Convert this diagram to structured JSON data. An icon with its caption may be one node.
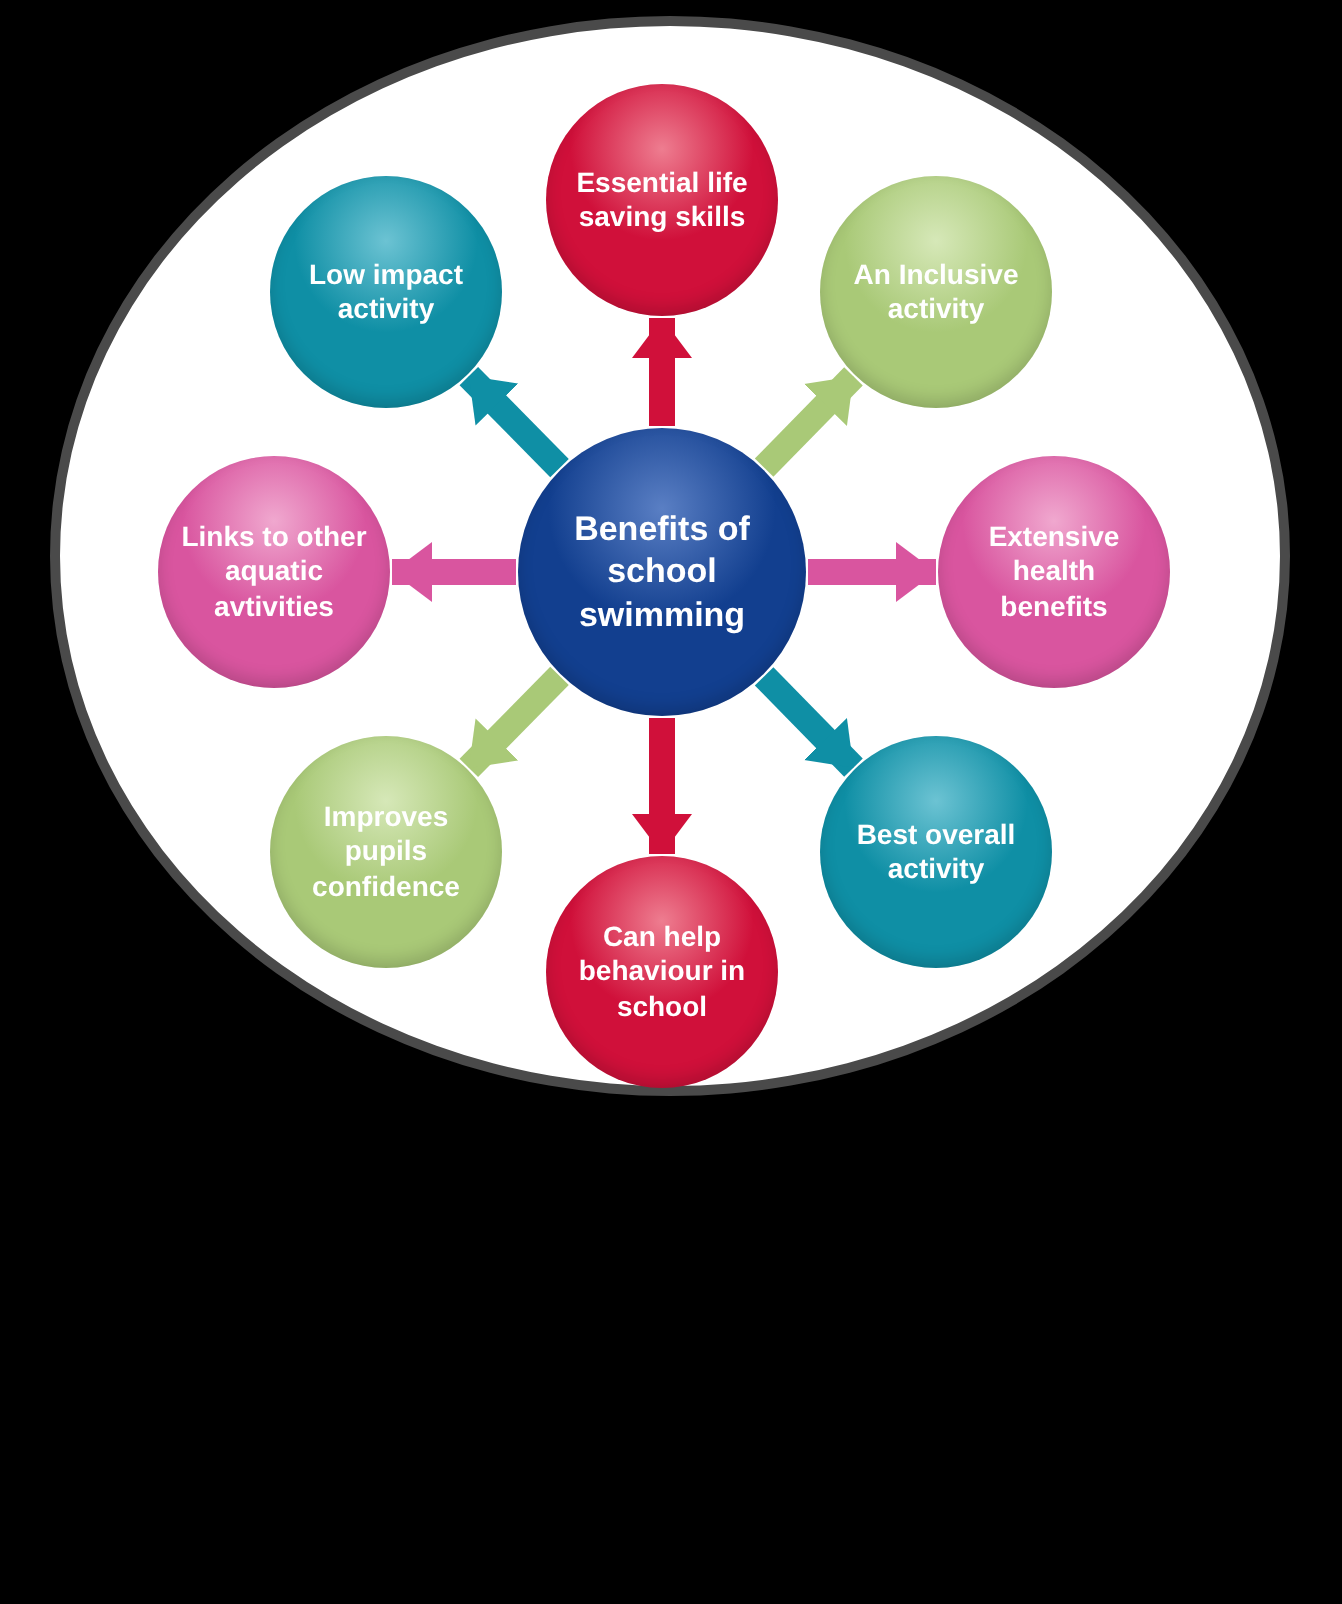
{
  "diagram": {
    "nodes": [
      {
        "text": [
          "Benefits of school swimming"
        ]
      },
      {
        "text": [
          "Essential life saving skills"
        ]
      },
      {
        "text": [
          "An Inclusive activity"
        ]
      },
      {
        "text": [
          "Extensive health benefits"
        ]
      },
      {
        "text": [
          "Best overall activity"
        ]
      },
      {
        "text": [
          "Can help behaviour in school"
        ]
      },
      {
        "text": [
          "Improves pupils confidence"
        ]
      },
      {
        "text": [
          "Links to other aquatic avtivities"
        ]
      },
      {
        "text": [
          "Low impact activity"
        ]
      }
    ],
    "edges": [
      {
        "from": 0,
        "to": 1,
        "arrow": "to",
        "color": "#d0103a"
      },
      {
        "from": 0,
        "to": 2,
        "arrow": "to",
        "color": "#a9c977"
      },
      {
        "from": 0,
        "to": 3,
        "arrow": "to",
        "color": "#d9559f"
      },
      {
        "from": 0,
        "to": 4,
        "arrow": "to",
        "color": "#0f8fa5"
      },
      {
        "from": 0,
        "to": 5,
        "arrow": "to",
        "color": "#d0103a"
      },
      {
        "from": 0,
        "to": 6,
        "arrow": "to",
        "color": "#a9c977"
      },
      {
        "from": 0,
        "to": 7,
        "arrow": "to",
        "color": "#d9559f"
      },
      {
        "from": 0,
        "to": 8,
        "arrow": "to",
        "color": "#0f8fa5"
      }
    ]
  }
}
